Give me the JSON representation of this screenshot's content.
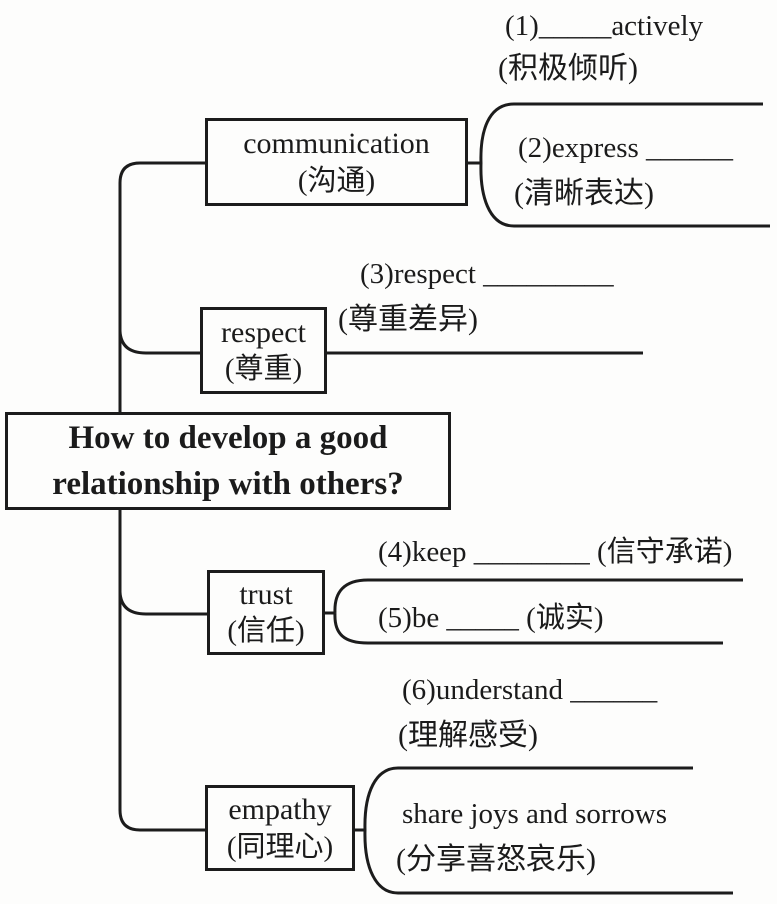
{
  "title": {
    "line1": "How to develop a good",
    "line2": "relationship with others?"
  },
  "branches": [
    {
      "id": "communication",
      "en": "communication",
      "zh": "(沟通)",
      "items": [
        {
          "en": "(1)_____actively",
          "zh": "(积极倾听)"
        },
        {
          "en": "(2)express ______",
          "zh": "(清晰表达)"
        }
      ]
    },
    {
      "id": "respect",
      "en": "respect",
      "zh": "(尊重)",
      "items": [
        {
          "en": "(3)respect _________",
          "zh": "(尊重差异)"
        }
      ]
    },
    {
      "id": "trust",
      "en": "trust",
      "zh": "(信任)",
      "items": [
        {
          "en": "(4)keep ________ (信守承诺)",
          "zh": ""
        },
        {
          "en": "(5)be _____ (诚实)",
          "zh": ""
        }
      ]
    },
    {
      "id": "empathy",
      "en": "empathy",
      "zh": "(同理心)",
      "items": [
        {
          "en": "(6)understand ______",
          "zh": "(理解感受)"
        },
        {
          "en": "share joys and sorrows",
          "zh": "(分享喜怒哀乐)"
        }
      ]
    }
  ],
  "colors": {
    "ink": "#1c1c1c",
    "paper": "#fdfdfc"
  }
}
